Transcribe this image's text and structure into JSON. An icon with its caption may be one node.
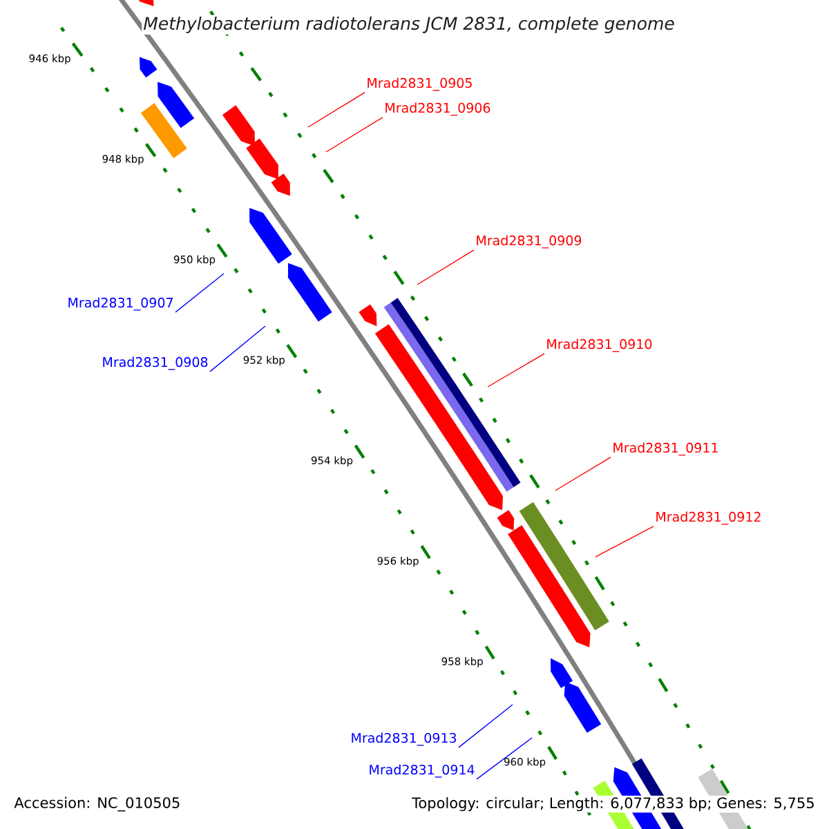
{
  "diagram": {
    "title": "*Methylobacterium radiotolerans* JCM 2831, complete genome",
    "nodes": [
      {
        "text": [
          "Mrad2831_0905"
        ]
      },
      {
        "text": [
          "Mrad2831_0906"
        ]
      },
      {
        "text": [
          "Mrad2831_0907"
        ]
      },
      {
        "text": [
          "Mrad2831_0908"
        ]
      },
      {
        "text": [
          "Mrad2831_0909"
        ]
      },
      {
        "text": [
          "Mrad2831_0910"
        ]
      },
      {
        "text": [
          "Mrad2831_0911"
        ]
      },
      {
        "text": [
          "Mrad2831_0912"
        ]
      },
      {
        "text": [
          "Mrad2831_0913"
        ]
      },
      {
        "text": [
          "Mrad2831_0914"
        ]
      }
    ],
    "edges": [
      {
        "from": 0,
        "to": null,
        "arrow": "none"
      },
      {
        "from": 1,
        "to": null,
        "arrow": "none"
      },
      {
        "from": 2,
        "to": null,
        "arrow": "none",
        "color": "#0000ff"
      },
      {
        "from": 3,
        "to": null,
        "arrow": "none",
        "color": "#0000ff"
      },
      {
        "from": 4,
        "to": null,
        "arrow": "none"
      },
      {
        "from": 5,
        "to": null,
        "arrow": "none"
      },
      {
        "from": 6,
        "to": null,
        "arrow": "none"
      },
      {
        "from": 7,
        "to": null,
        "arrow": "none"
      },
      {
        "from": 8,
        "to": null,
        "arrow": "none",
        "color": "#0000ff"
      },
      {
        "from": 9,
        "to": null,
        "arrow": "none",
        "color": "#0000ff"
      }
    ],
    "labels": [
      "946 kbp",
      "948 kbp",
      "950 kbp",
      "952 kbp",
      "954 kbp",
      "956 kbp",
      "958 kbp",
      "960 kbp",
      "Accession: NC_010505",
      "Topology: circular; Length: 6,077,833 bp; Genes: 5,755"
    ]
  }
}
